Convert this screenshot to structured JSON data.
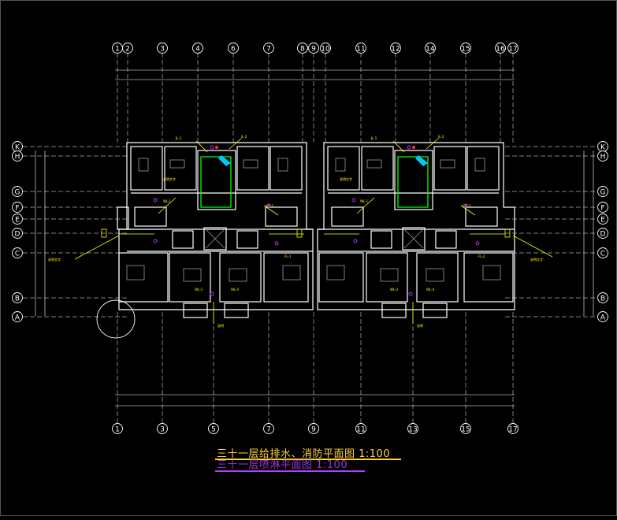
{
  "drawing": {
    "title": "三十一层给排水、消防平面图  1:100",
    "subtitle": "三十一层喷淋平面图  1:100",
    "colors": {
      "background": "#000000",
      "walls": "#ffffff",
      "axis": "#ffffff",
      "water": "#ffff00",
      "fire": "#00ff00",
      "sprinkler": "#b340ff",
      "cyan": "#00c8ff",
      "red": "#ff3030"
    }
  },
  "axes": {
    "top": [
      "1",
      "2",
      "3",
      "4",
      "6",
      "7",
      "8",
      "9",
      "10",
      "11",
      "12",
      "14",
      "15",
      "16",
      "17"
    ],
    "bottom": [
      "1",
      "3",
      "5",
      "7",
      "9",
      "11",
      "13",
      "15",
      "17"
    ],
    "left": [
      "K",
      "H",
      "G",
      "F",
      "E",
      "D",
      "C",
      "B",
      "A"
    ],
    "right": [
      "K",
      "H",
      "G",
      "F",
      "E",
      "D",
      "C",
      "B",
      "A"
    ]
  }
}
